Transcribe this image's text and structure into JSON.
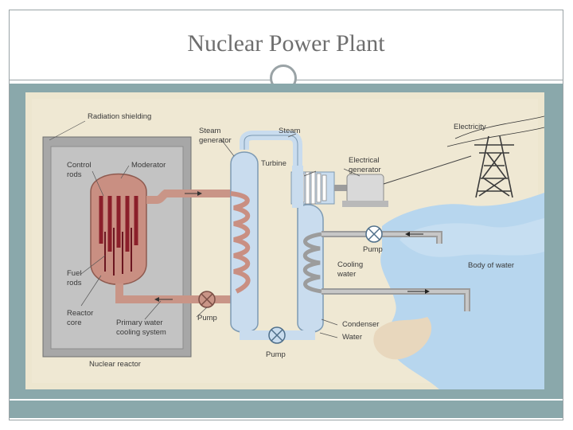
{
  "slide": {
    "title": "Nuclear Power Plant"
  },
  "diagram": {
    "labels": {
      "radiation_shielding": "Radiation shielding",
      "control_rods_1": "Control",
      "control_rods_2": "rods",
      "moderator": "Moderator",
      "fuel_rods_1": "Fuel",
      "fuel_rods_2": "rods",
      "reactor_core_1": "Reactor",
      "reactor_core_2": "core",
      "primary_cooling_1": "Primary water",
      "primary_cooling_2": "cooling system",
      "nuclear_reactor": "Nuclear reactor",
      "steam_generator_1": "Steam",
      "steam_generator_2": "generator",
      "steam": "Steam",
      "turbine": "Turbine",
      "electrical_generator_1": "Electrical",
      "electrical_generator_2": "generator",
      "electricity": "Electricity",
      "pump_primary": "Pump",
      "pump_bottom": "Pump",
      "pump_right": "Pump",
      "cooling_water_1": "Cooling",
      "cooling_water_2": "water",
      "body_of_water": "Body of water",
      "condenser": "Condenser",
      "water": "Water"
    },
    "colors": {
      "background": "#ede6cf",
      "shielding": "#9e9e9e",
      "reactor": "#c98f82",
      "hot_pipe": "#c99587",
      "rods": "#8b1f2a",
      "steam_loop": "#c9dcee",
      "water_body": "#b7d6ee",
      "gray_pipe": "#9c9c9c"
    }
  }
}
